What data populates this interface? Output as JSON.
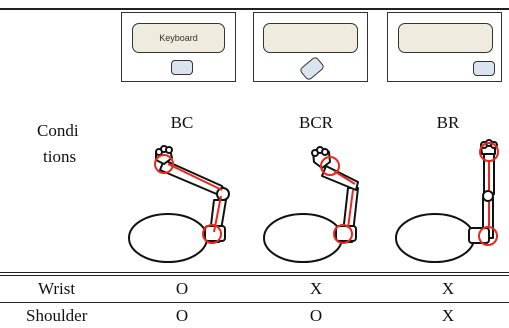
{
  "figure": {
    "keyboard_label": "Keyboard",
    "conditions_label_line1": "Condi",
    "conditions_label_line2": "tions",
    "conditions": [
      "BC",
      "BCR",
      "BR"
    ],
    "rows": [
      {
        "label": "Wrist",
        "values": [
          "O",
          "X",
          "X"
        ]
      },
      {
        "label": "Shoulder",
        "values": [
          "O",
          "O",
          "X"
        ]
      }
    ],
    "colors": {
      "mouse_fill": "#d9e4ef",
      "keyboard_fill": "#efebdf",
      "highlight_circle": "#e8281e"
    }
  }
}
